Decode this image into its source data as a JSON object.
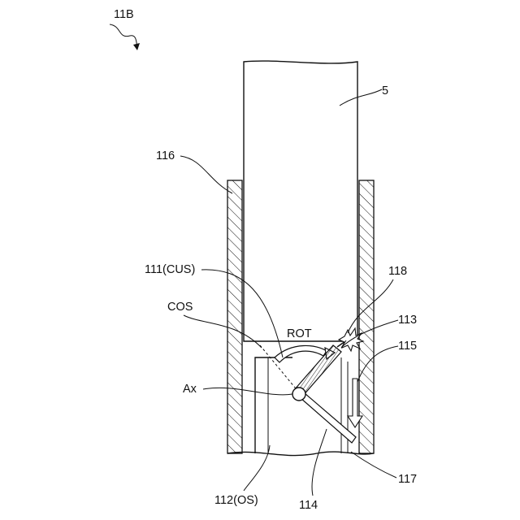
{
  "figure": {
    "labels": {
      "fig": "11B",
      "tube": "5",
      "wall": "116",
      "cus": "111(CUS)",
      "cos": "COS",
      "rot": "ROT",
      "axis": "Ax",
      "spark": "118",
      "contact": "113",
      "arrow": "115",
      "os": "112(OS)",
      "lever": "114",
      "bottom": "117"
    }
  }
}
